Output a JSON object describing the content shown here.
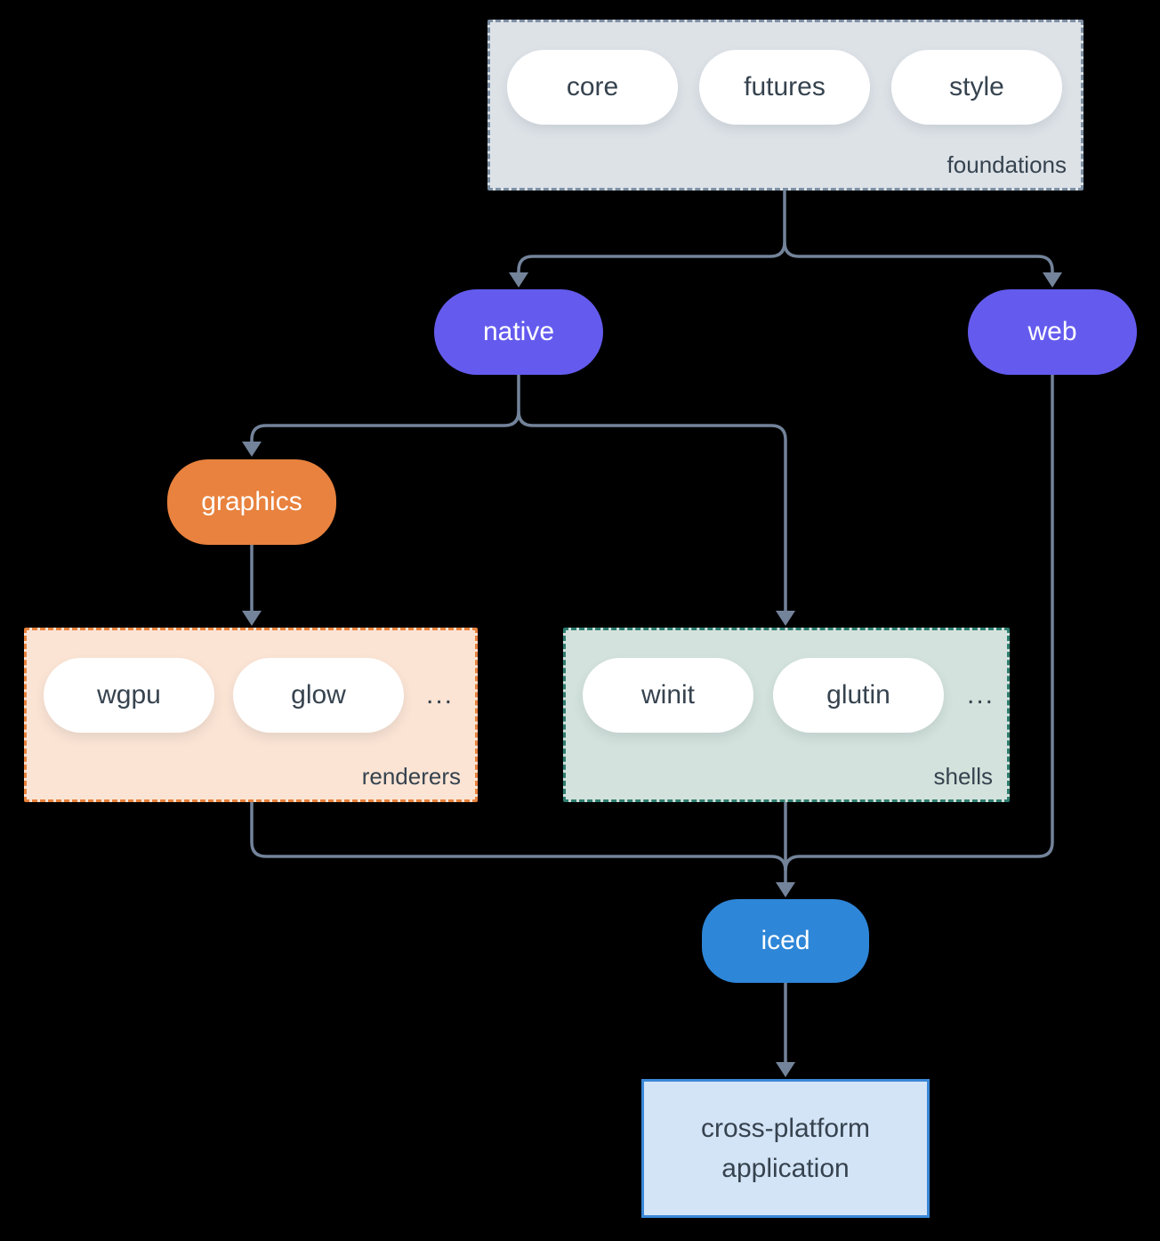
{
  "colors": {
    "bg": "#000000",
    "line": "#73839a",
    "text-dark": "#36434f",
    "pill-white": "#ffffff",
    "purple": "#645bee",
    "orange": "#e8823e",
    "blue": "#2e86d8",
    "foundations-fill": "#dde2e7",
    "foundations-border": "#7d8fa3",
    "renderers-fill": "#fbe4d4",
    "renderers-border": "#e8823d",
    "shells-fill": "#d3e2dc",
    "shells-border": "#2e7d6f",
    "app-fill": "#d4e4f7",
    "app-border": "#3a87d8"
  },
  "nodes": {
    "foundations": {
      "label": "foundations",
      "items": [
        "core",
        "futures",
        "style"
      ]
    },
    "native": {
      "label": "native"
    },
    "web": {
      "label": "web"
    },
    "graphics": {
      "label": "graphics"
    },
    "renderers": {
      "label": "renderers",
      "items": [
        "wgpu",
        "glow"
      ],
      "ellipsis": "..."
    },
    "shells": {
      "label": "shells",
      "items": [
        "winit",
        "glutin"
      ],
      "ellipsis": "..."
    },
    "iced": {
      "label": "iced"
    },
    "application": {
      "line1": "cross-platform",
      "line2": "application"
    }
  }
}
